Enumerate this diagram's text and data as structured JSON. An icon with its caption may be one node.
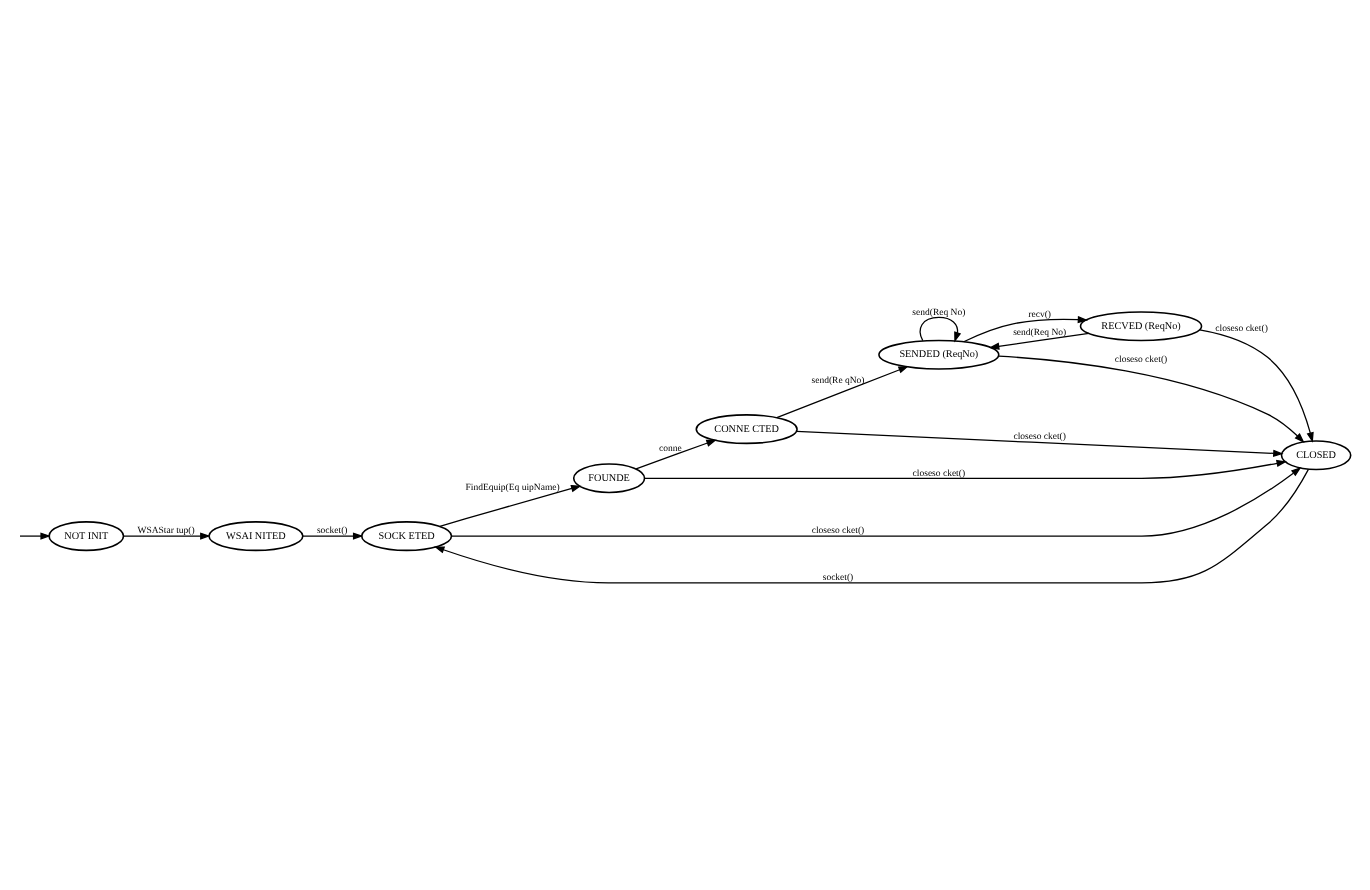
{
  "diagram": {
    "nodes": [
      {
        "text": [
          "NOT INIT"
        ]
      },
      {
        "text": [
          "WSAI NITED"
        ]
      },
      {
        "text": [
          "SOCK ETED"
        ]
      },
      {
        "text": [
          "FOUNDE"
        ]
      },
      {
        "text": [
          "SENDED (ReqNo)"
        ]
      },
      {
        "text": [
          "CONNE CTED"
        ]
      },
      {
        "text": [
          "RECVED (ReqNo)"
        ]
      },
      {
        "text": [
          "CLOSED"
        ]
      }
    ],
    "edges": [
      {
        "from": null,
        "to": 0,
        "arrow": "to"
      },
      {
        "from": 0,
        "to": 1,
        "arrow": "to",
        "label": "WSAStar tup()"
      },
      {
        "from": 1,
        "to": 2,
        "arrow": "to",
        "label": "socket()"
      },
      {
        "from": 2,
        "to": 3,
        "arrow": "to",
        "label": "FindEquip(Eq uipName)"
      },
      {
        "from": 2,
        "to": 7,
        "arrow": "to",
        "label": "closeso cket()"
      },
      {
        "from": 3,
        "to": 5,
        "arrow": "to",
        "label": "conne"
      },
      {
        "from": 3,
        "to": 7,
        "arrow": "to",
        "label": "closeso cket()"
      },
      {
        "from": 4,
        "to": 4,
        "arrow": "to",
        "label": "send(Req No)"
      },
      {
        "from": 5,
        "to": 4,
        "arrow": "to",
        "label": "send(Re qNo)"
      },
      {
        "from": 6,
        "to": 4,
        "arrow": "to",
        "label": "send(Req No)"
      },
      {
        "from": 4,
        "to": 6,
        "arrow": "to",
        "label": "recv()"
      },
      {
        "from": 4,
        "to": 7,
        "arrow": "to",
        "label": "closeso cket()"
      },
      {
        "from": 5,
        "to": 7,
        "arrow": "to",
        "label": "closeso cket()"
      },
      {
        "from": 6,
        "to": 7,
        "arrow": "to",
        "label": "closeso cket()"
      },
      {
        "from": 7,
        "to": 2,
        "arrow": "to",
        "label": "socket()"
      }
    ]
  }
}
